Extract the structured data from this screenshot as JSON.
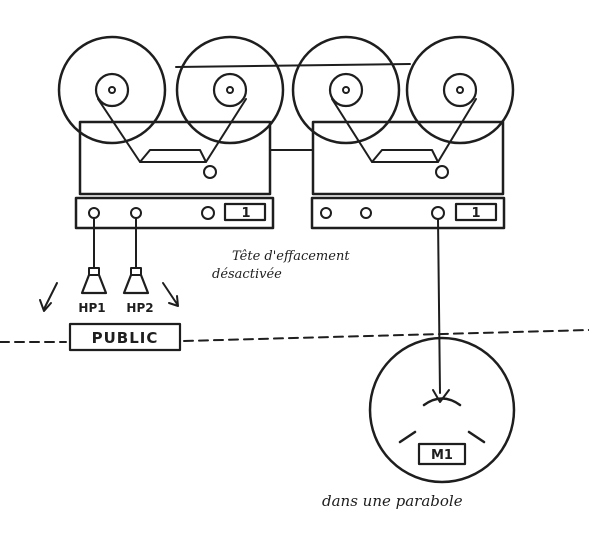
{
  "diagram": {
    "deck_labels": [
      "1",
      "1"
    ],
    "speakers": [
      "HP1",
      "HP2"
    ],
    "audience_label": "PUBLIC",
    "erase_head_note": [
      "Tête d'effacement",
      "désactivée"
    ],
    "microphone_label": "M1",
    "parabola_note": "dans une parabole",
    "ink_color": "#1e1e1e",
    "paper_color": "#ffffff"
  }
}
